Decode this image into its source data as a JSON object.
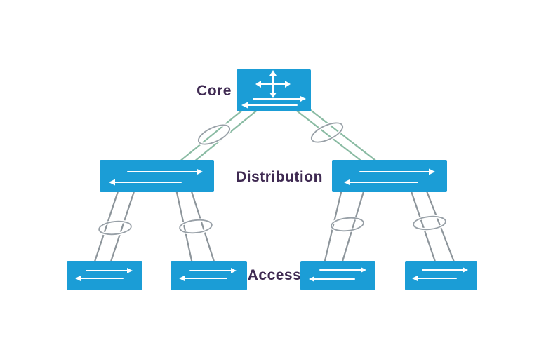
{
  "labels": {
    "core": "Core",
    "distribution": "Distribution",
    "access": "Access"
  },
  "colors": {
    "background": "#ffffff",
    "switch_fill": "#1b9dd6",
    "label_text": "#3f2a52",
    "link_green": "#8abba3",
    "link_gray": "#8d959b",
    "bundle_ring": "#98a0a7",
    "icon_arrow": "#ffffff"
  },
  "topology": {
    "layers": [
      {
        "name": "Core",
        "nodes": [
          "core-switch"
        ]
      },
      {
        "name": "Distribution",
        "nodes": [
          "distribution-switch-1",
          "distribution-switch-2"
        ]
      },
      {
        "name": "Access",
        "nodes": [
          "access-switch-1",
          "access-switch-2",
          "access-switch-3",
          "access-switch-4"
        ]
      }
    ],
    "nodes": [
      {
        "id": "core-switch",
        "icon": "multilayer-switch-icon"
      },
      {
        "id": "distribution-switch-1",
        "icon": "switch-icon"
      },
      {
        "id": "distribution-switch-2",
        "icon": "switch-icon"
      },
      {
        "id": "access-switch-1",
        "icon": "switch-icon"
      },
      {
        "id": "access-switch-2",
        "icon": "switch-icon"
      },
      {
        "id": "access-switch-3",
        "icon": "switch-icon"
      },
      {
        "id": "access-switch-4",
        "icon": "switch-icon"
      }
    ],
    "links": [
      {
        "from": "core-switch",
        "to": "distribution-switch-1",
        "lines": 2,
        "bundled": true,
        "color": "link_green"
      },
      {
        "from": "core-switch",
        "to": "distribution-switch-2",
        "lines": 2,
        "bundled": true,
        "color": "link_green"
      },
      {
        "from": "distribution-switch-1",
        "to": "access-switch-1",
        "lines": 2,
        "bundled": true,
        "color": "link_gray"
      },
      {
        "from": "distribution-switch-1",
        "to": "access-switch-2",
        "lines": 2,
        "bundled": true,
        "color": "link_gray"
      },
      {
        "from": "distribution-switch-2",
        "to": "access-switch-3",
        "lines": 2,
        "bundled": true,
        "color": "link_gray"
      },
      {
        "from": "distribution-switch-2",
        "to": "access-switch-4",
        "lines": 2,
        "bundled": true,
        "color": "link_gray"
      }
    ]
  }
}
